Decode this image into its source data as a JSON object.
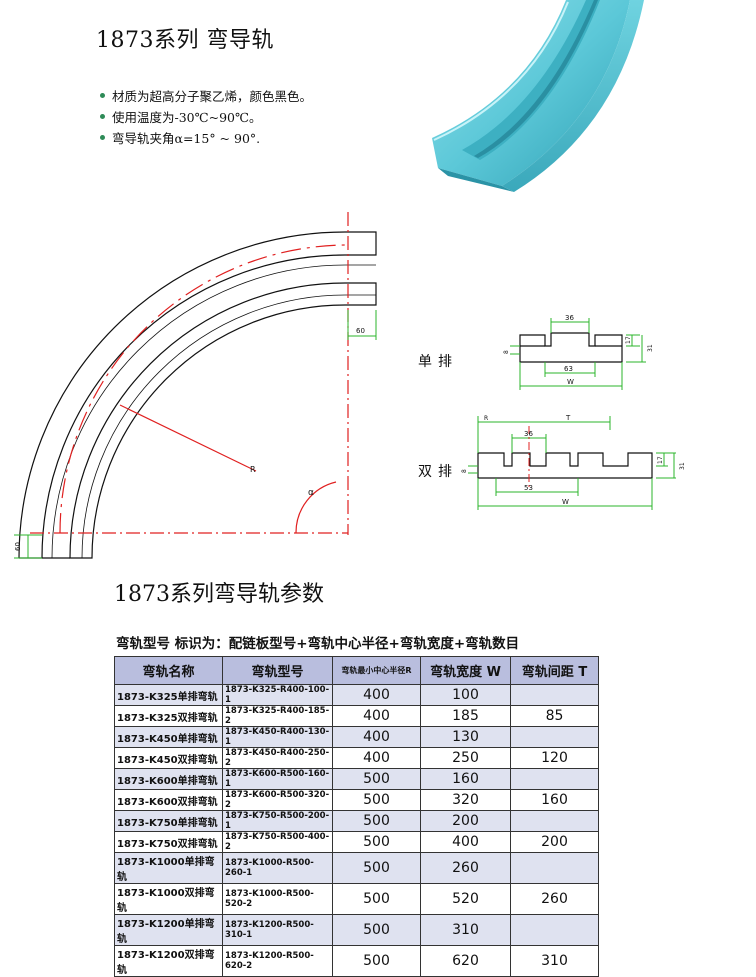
{
  "header": {
    "title": "1873系列  弯导轨",
    "bullets": [
      "材质为超高分子聚乙烯，颜色黑色。",
      "使用温度为-30℃~90℃。",
      "弯导轨夹角α=15° ~ 90°."
    ]
  },
  "colors": {
    "product": "#5cc8d8",
    "dimension_lines": "#2bb52b",
    "centerline": "#e02020",
    "table_header": "#b9bede",
    "table_stripe": "#dfe2f0"
  },
  "drawing": {
    "dim_60_top": "60",
    "dim_60_bottom": "60",
    "radius_label": "R",
    "angle_label": "α",
    "single_row": {
      "label": "单排",
      "dim_36": "36",
      "dim_63": "63",
      "dim_17": "17",
      "dim_31": "31",
      "dim_8": "8",
      "dim_w": "W"
    },
    "double_row": {
      "label": "双排",
      "dim_t": "T",
      "dim_36": "36",
      "dim_53": "53",
      "dim_17": "17",
      "dim_31": "31",
      "dim_8": "8",
      "dim_w": "W",
      "dim_r": "R"
    }
  },
  "params": {
    "title": "1873系列弯导轨参数",
    "description": "弯轨型号  标识为：配链板型号+弯轨中心半径+弯轨宽度+弯轨数目",
    "headers": [
      "弯轨名称",
      "弯轨型号",
      "弯轨最小中心半径R",
      "弯轨宽度 W",
      "弯轨间距 T"
    ],
    "rows": [
      {
        "name": "1873-K325单排弯轨",
        "model": "1873-K325-R400-100-1",
        "r": "400",
        "w": "100",
        "t": ""
      },
      {
        "name": "1873-K325双排弯轨",
        "model": "1873-K325-R400-185-2",
        "r": "400",
        "w": "185",
        "t": "85"
      },
      {
        "name": "1873-K450单排弯轨",
        "model": "1873-K450-R400-130-1",
        "r": "400",
        "w": "130",
        "t": ""
      },
      {
        "name": "1873-K450双排弯轨",
        "model": "1873-K450-R400-250-2",
        "r": "400",
        "w": "250",
        "t": "120"
      },
      {
        "name": "1873-K600单排弯轨",
        "model": "1873-K600-R500-160-1",
        "r": "500",
        "w": "160",
        "t": ""
      },
      {
        "name": "1873-K600双排弯轨",
        "model": "1873-K600-R500-320-2",
        "r": "500",
        "w": "320",
        "t": "160"
      },
      {
        "name": "1873-K750单排弯轨",
        "model": "1873-K750-R500-200-1",
        "r": "500",
        "w": "200",
        "t": ""
      },
      {
        "name": "1873-K750双排弯轨",
        "model": "1873-K750-R500-400-2",
        "r": "500",
        "w": "400",
        "t": "200"
      },
      {
        "name": "1873-K1000单排弯轨",
        "model": "1873-K1000-R500-260-1",
        "r": "500",
        "w": "260",
        "t": ""
      },
      {
        "name": "1873-K1000双排弯轨",
        "model": "1873-K1000-R500-520-2",
        "r": "500",
        "w": "520",
        "t": "260"
      },
      {
        "name": "1873-K1200单排弯轨",
        "model": "1873-K1200-R500-310-1",
        "r": "500",
        "w": "310",
        "t": ""
      },
      {
        "name": "1873-K1200双排弯轨",
        "model": "1873-K1200-R500-620-2",
        "r": "500",
        "w": "620",
        "t": "310"
      }
    ]
  }
}
